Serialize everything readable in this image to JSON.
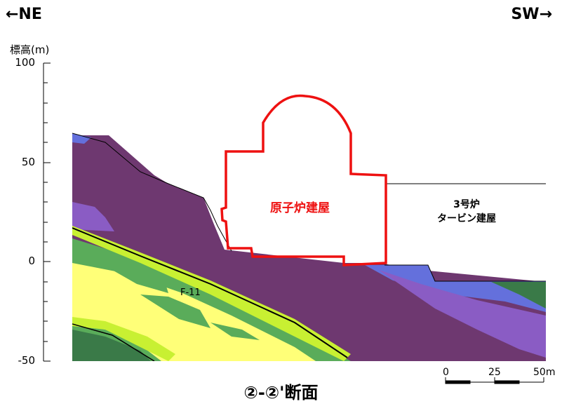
{
  "direction": {
    "left": "←NE",
    "right": "SW→"
  },
  "y_axis": {
    "title": "標高(m)",
    "ticks": [
      "100",
      "50",
      "0",
      "-50"
    ],
    "range": [
      -50,
      100
    ]
  },
  "labels": {
    "reactor_building": "原子炉建屋",
    "turbine_building_line1": "3号炉",
    "turbine_building_line2": "タービン建屋",
    "fault": "F-11"
  },
  "scale_bar": {
    "ticks": [
      "0",
      "25",
      "50m"
    ]
  },
  "section_title": "②-②'断面",
  "colors": {
    "dark_purple": "#6e3870",
    "mid_purple": "#8a5cc4",
    "blue_purple": "#6470dc",
    "green": "#5aac5a",
    "dark_green": "#3a7a48",
    "lime": "#c8f032",
    "yellow": "#ffff78",
    "building_outline": "#ee1111"
  }
}
